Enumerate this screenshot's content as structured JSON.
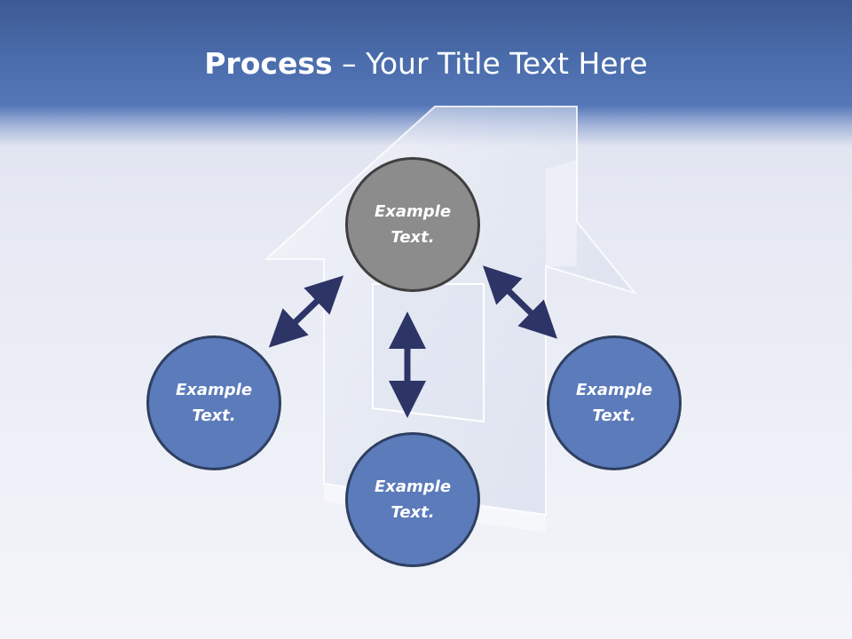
{
  "title": {
    "bold": "Process",
    "rest": " – Your Title Text Here"
  },
  "nodes": [
    {
      "id": "top",
      "line1": "Example",
      "line2": "Text."
    },
    {
      "id": "left",
      "line1": "Example",
      "line2": "Text."
    },
    {
      "id": "right",
      "line1": "Example",
      "line2": "Text."
    },
    {
      "id": "bottom",
      "line1": "Example",
      "line2": "Text."
    }
  ],
  "colors": {
    "header": "#4a6cab",
    "node_blue": "#5b7bbb",
    "node_gray": "#8c8c8c",
    "arrow": "#2d3466"
  }
}
